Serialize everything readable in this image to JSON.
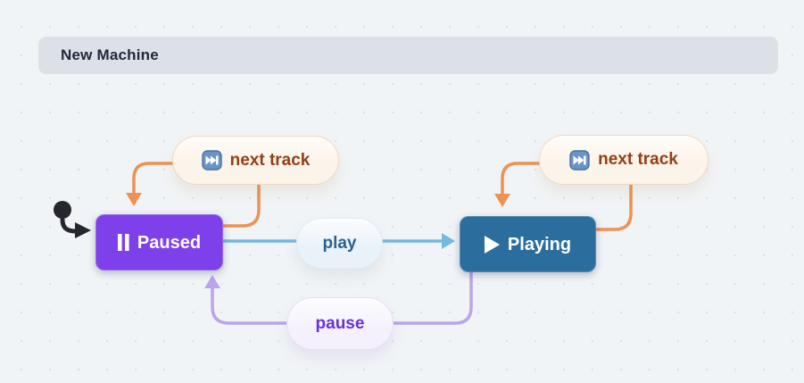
{
  "header": {
    "title": "New Machine"
  },
  "colors": {
    "canvas-bg": "#f1f4f6",
    "header-bg": "#dce1e8",
    "header-text": "#222836",
    "paused-bg": "#7d40ea",
    "playing-bg": "#2b6e9d",
    "state-text": "#ffffff",
    "edge-orange": "#ec9254",
    "edge-blue": "#76b8df",
    "edge-purple": "#bba4ec",
    "initial-color": "#26262e",
    "event-pill-bg": "#fbf4ea",
    "event-pill-border": "#f2d9bd",
    "event-text": "#953f15",
    "play-pill-bg": "#e9f2f9",
    "play-pill-border": "#dcebf4",
    "play-text": "#2a6191",
    "pause-pill-bg": "#f4f1fc",
    "pause-pill-border": "#e6def6",
    "pause-text": "#6b30d9",
    "next-track-icon-bg": "#6b94c6",
    "next-track-icon-border": "#4a72a2"
  },
  "states": [
    {
      "label": "Paused",
      "icon": "pause-icon"
    },
    {
      "label": "Playing",
      "icon": "play-icon"
    }
  ],
  "transitions": [
    {
      "event": "next track",
      "from": "Paused",
      "to": "Paused",
      "icon": "next-track-icon"
    },
    {
      "event": "play",
      "from": "Paused",
      "to": "Playing"
    },
    {
      "event": "pause",
      "from": "Playing",
      "to": "Paused"
    },
    {
      "event": "next track",
      "from": "Playing",
      "to": "Playing",
      "icon": "next-track-icon"
    }
  ],
  "initial_state": "Paused"
}
